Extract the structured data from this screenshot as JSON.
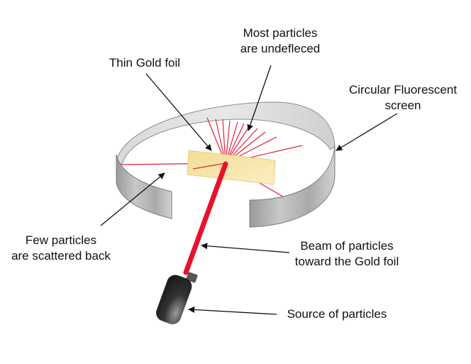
{
  "labels": {
    "most_particles": [
      "Most particles",
      "are undefleced"
    ],
    "thin_gold_foil": [
      "Thin Gold foil"
    ],
    "circular_screen": [
      "Circular Fluorescent",
      "screen"
    ],
    "few_particles": [
      "Few particles",
      "are scattered back"
    ],
    "beam": [
      "Beam of particles",
      "toward the Gold foil"
    ],
    "source": [
      "Source of particles"
    ]
  },
  "colors": {
    "beam": "#e8102a",
    "deflection_lines": "#e0203a",
    "foil": "#f6e3a1",
    "screen_outer": "#b9b9b9",
    "screen_inner": "#dcdcdc",
    "arrow": "#111111"
  }
}
